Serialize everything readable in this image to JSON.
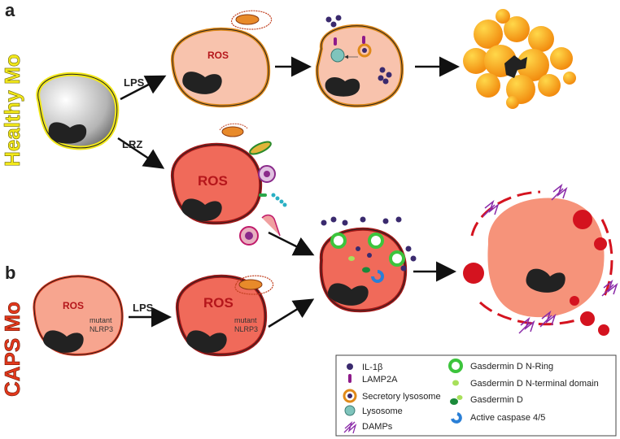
{
  "panels": {
    "a": "a",
    "b": "b"
  },
  "side_labels": {
    "healthy": "Healthy Mo",
    "caps": "CAPS Mo"
  },
  "arrows": {
    "lps_top": "LPS",
    "lrz": "LRZ",
    "lps_bottom": "LPS"
  },
  "cells": {
    "ros": "ROS",
    "mutant_line1": "mutant",
    "mutant_line2": "NLRP3"
  },
  "legend": {
    "items": [
      "IL-1β",
      "LAMP2A",
      "Secretory lysosome",
      "Lysosome",
      "DAMPs",
      "Gasdermin D N-Ring",
      "Gasdermin D N-terminal domain",
      "Gasdermin D",
      "Active caspase 4/5"
    ]
  },
  "colors": {
    "healthy_label": "#f2e81a",
    "caps_label": "#e2381c",
    "il1b": "#3a2a6e",
    "lamp2a": "#8e1a8a",
    "gasdermin": "#3cc43c",
    "caspase": "#2a7fd6",
    "damps": "#8a2aa8",
    "blebs": "#d4131f"
  }
}
